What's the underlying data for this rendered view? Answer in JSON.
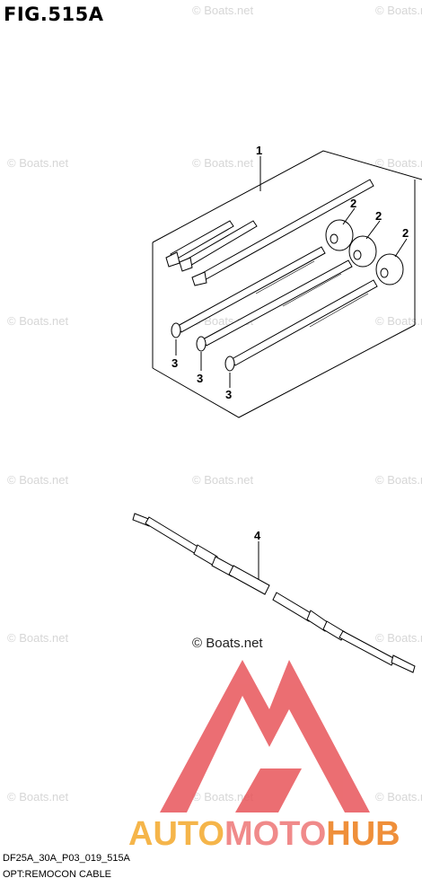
{
  "figure": {
    "title": "FIG.515A"
  },
  "watermark": {
    "text": "© Boats.net"
  },
  "callouts": {
    "kit": "1",
    "spacer_a": "2",
    "spacer_b": "2",
    "spacer_c": "2",
    "bolt_a": "3",
    "bolt_b": "3",
    "bolt_c": "3",
    "cable": "4"
  },
  "brand": {
    "part1": "AUTO",
    "part2": "MOTO",
    "part3": "HUB"
  },
  "footer": {
    "code": "DF25A_30A_P03_019_515A",
    "caption": "OPT:REMOCON CABLE"
  },
  "colors": {
    "logo_red": "#e8555a",
    "logo_orange": "#f5b54a"
  }
}
